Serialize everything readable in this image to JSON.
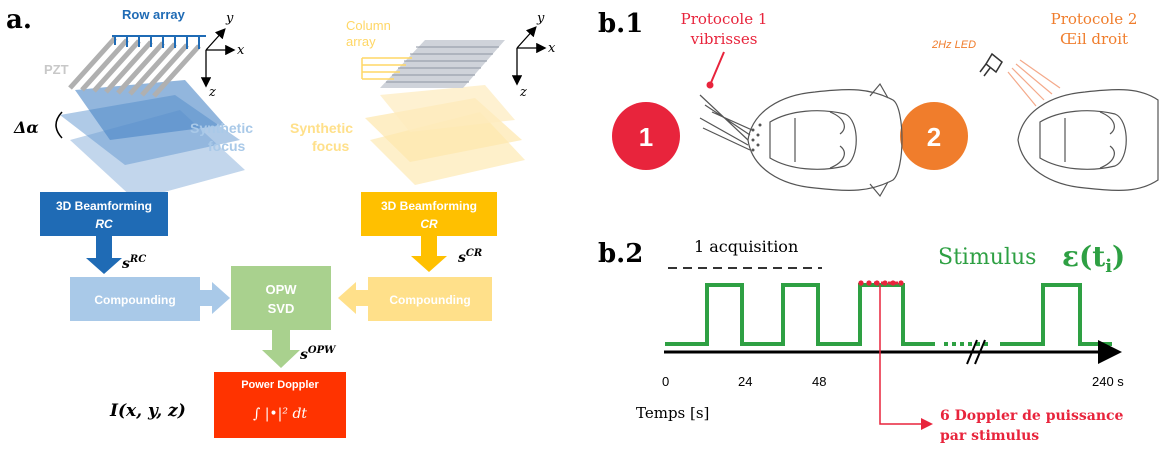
{
  "panel_a": {
    "label": "a.",
    "rc_probe": {
      "row_array": "Row array",
      "pzt": "PZT",
      "delta_alpha": "Δα",
      "synthetic_focus": [
        "Synthetic",
        "focus"
      ],
      "axes": {
        "x": "x",
        "y": "y",
        "z": "z"
      }
    },
    "cr_probe": {
      "column_array": [
        "Column",
        "array"
      ],
      "synthetic_focus": [
        "Synthetic",
        "focus"
      ],
      "axes": {
        "x": "x",
        "y": "y",
        "z": "z"
      }
    },
    "blocks": {
      "beamforming_rc": [
        "3D Beamforming",
        "RC"
      ],
      "beamforming_cr": [
        "3D Beamforming",
        "CR"
      ],
      "compounding_left": "Compounding",
      "compounding_right": "Compounding",
      "opw_svd": [
        "OPW",
        "SVD"
      ],
      "power_doppler": "Power Doppler",
      "integral": "∫ |•|² dt"
    },
    "signals": {
      "s_rc": "RC",
      "s_cr": "CR",
      "s_opw": "OPW",
      "s": "s"
    },
    "intensity": "I(x, y, z)",
    "colors": {
      "blue_dark": "#1f6bb5",
      "blue_light": "#a9c9e8",
      "yellow_dark": "#ffc000",
      "yellow_light": "#ffe08a",
      "green": "#a9d18e",
      "red": "#ff3300"
    }
  },
  "panel_b1": {
    "label": "b.1",
    "protocol1": [
      "Protocole 1",
      "vibrisses"
    ],
    "protocol2": [
      "Protocole 2",
      "Œil droit"
    ],
    "circle1": "1",
    "circle2": "2",
    "led": "2Hz LED",
    "colors": {
      "protocol1": "#e8243c",
      "protocol2": "#f07d2c"
    }
  },
  "panel_b2": {
    "label": "b.2",
    "acquisition": "1  acquisition",
    "stimulus": "Stimulus",
    "epsilon": "ε(t",
    "epsilon_sub": "i",
    "epsilon_close": ")",
    "ticks": [
      "0",
      "24",
      "48",
      "240 s"
    ],
    "xlabel": "Temps [s]",
    "doppler_note": [
      "6 Doppler de puissance",
      "par stimulus"
    ],
    "colors": {
      "signal": "#2ea043",
      "note": "#e8243c"
    }
  }
}
